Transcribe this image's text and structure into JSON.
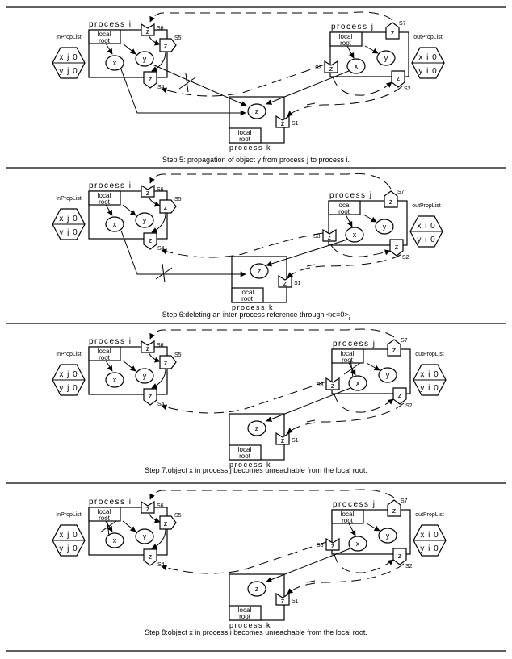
{
  "panels": [
    {
      "caption": "Step 5: propagation of object y from process j to process i.",
      "caption_sub": "",
      "crossed": [
        "y-to-k-reference"
      ]
    },
    {
      "caption": "Step 6:deleting an inter-process reference through <x:=0>",
      "caption_sub": "i",
      "crossed": [
        "x-to-k-reference"
      ]
    },
    {
      "caption": "Step 7:object x in process j becomes unreachable from the local root.",
      "caption_sub": "",
      "crossed": [
        "j-root-to-x"
      ]
    },
    {
      "caption": "Step 8:object x in process i becomes unreachable from the local root.",
      "caption_sub": "",
      "crossed": [
        "i-root-to-x"
      ]
    }
  ],
  "labels": {
    "process_i": "process i",
    "process_j": "process j",
    "process_k": "process k",
    "local": "local",
    "root": "root",
    "obj_x": "x",
    "obj_y": "y",
    "obj_z": "z",
    "stub_z": "z",
    "in_prop_list": "InPropList",
    "out_prop_list": "outPropList",
    "in_row1": "x j  0",
    "in_row2": "y j  0",
    "out_row1": "x i  0",
    "out_row2": "y i  0",
    "s1": "S1",
    "s2": "S2",
    "s3": "S3",
    "s4": "S4",
    "s5": "S5",
    "s6": "S6",
    "s7": "S7"
  }
}
